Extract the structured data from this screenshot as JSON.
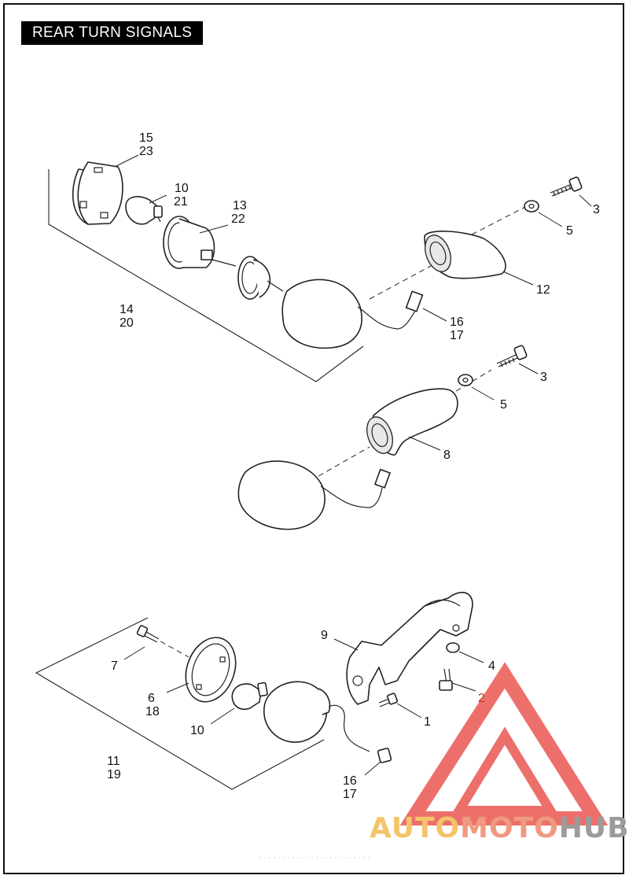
{
  "title": "REAR TURN SIGNALS",
  "callouts": {
    "c15": "15",
    "c23": "23",
    "c10a": "10",
    "c21": "21",
    "c13": "13",
    "c22": "22",
    "c14": "14",
    "c20": "20",
    "c3a": "3",
    "c5a": "5",
    "c12": "12",
    "c16a": "16",
    "c17a": "17",
    "c3b": "3",
    "c5b": "5",
    "c8": "8",
    "c9": "9",
    "c4": "4",
    "c2": "2",
    "c1": "1",
    "c7": "7",
    "c6": "6",
    "c18": "18",
    "c10b": "10",
    "c11": "11",
    "c19": "19",
    "c16b": "16",
    "c17b": "17"
  },
  "watermark": {
    "part1": "AUTO",
    "part2": "MOTO",
    "part3": "HUB"
  },
  "colors": {
    "watermark_red": "#e8403a",
    "watermark_yellow": "#f3c46a",
    "watermark_gray": "#9c9c9c"
  }
}
